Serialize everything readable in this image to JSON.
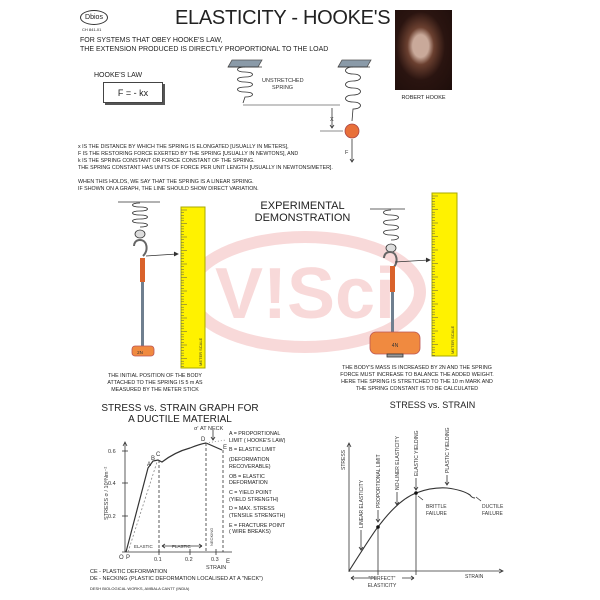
{
  "header": {
    "logo": "Dbios",
    "code": "CH 841-01",
    "title": "ELASTICITY - HOOKE'S LAW"
  },
  "intro": [
    "FOR SYSTEMS THAT OBEY HOOKE'S LAW,",
    "THE EXTENSION PRODUCED IS DIRECTLY PROPORTIONAL TO THE LOAD"
  ],
  "hookes_law": {
    "label": "HOOKE'S LAW",
    "formula": "F = - kx"
  },
  "portrait": {
    "caption": "ROBERT HOOKE"
  },
  "spring_diagram": {
    "unstretched": [
      "UNSTRETCHED",
      "SPRING"
    ],
    "x_label": "X",
    "f_label": "F"
  },
  "definitions": [
    "x IS THE DISTANCE BY WHICH THE SPRING IS ELONGATED [USUALLY IN METERS],",
    "F IS THE RESTORING FORCE EXERTED BY THE SPRING [USUALLY IN NEWTONS], AND",
    "k IS THE SPRING CONSTANT OR FORCE CONSTANT OF THE SPRING.",
    "THE SPRING CONSTANT HAS UNITS OF FORCE PER UNIT LENGTH [USUALLY IN NEWTONS/METER]."
  ],
  "linear": [
    "WHEN THIS HOLDS, WE SAY THAT THE SPRING IS A LINEAR SPRING.",
    "IF SHOWN ON A GRAPH, THE LINE SHOULD SHOW DIRECT VARIATION."
  ],
  "experiment": {
    "title": "EXPERIMENTAL DEMONSTRATION",
    "left_weight": "2N",
    "right_weight": "4N",
    "scale_label": "METER SCALE",
    "left_caption": [
      "THE INITIAL POSITION OF THE BODY",
      "ATTACHED TO THE SPRING IS 5 m AS",
      "MEASURED BY THE METER STICK"
    ],
    "right_caption": [
      "THE BODY'S MASS IS INCREASED BY 2N AND THE SPRING",
      "FORCE MUST INCREASE TO BALANCE THE ADDED WEIGHT.",
      "HERE THE SPRING IS STRETCHED TO THE 10 m MARK AND",
      "THE SPRING CONSTANT IS TO BE CALCULATED"
    ]
  },
  "watermark": "VISci",
  "ductile_graph": {
    "title": [
      "STRESS vs. STRAIN GRAPH FOR",
      "A DUCTILE MATERIAL"
    ],
    "ylabel": "STRESS σ / 10⁸Nm⁻²",
    "xlabel": "STRAIN",
    "yticks": [
      "0.2",
      "0.4",
      "0.6"
    ],
    "xticks": [
      "0.1",
      "0.2",
      "0.3"
    ],
    "points": [
      "O",
      "P",
      "A",
      "B",
      "C",
      "D",
      "E"
    ],
    "neck_label": "σ' AT NECK",
    "regions": [
      "ELASTIC",
      "PLASTIC",
      "NECKING"
    ],
    "legend": [
      "A = PROPORTIONAL",
      "LIMIT ( HOOKE'S LAW)",
      "B = ELASTIC LIMIT",
      "(DEFORMATION",
      "RECOVERABLE)",
      "OB = ELASTIC",
      "DEFORMATION",
      "C = YIELD POINT",
      "(YIELD STRENGTH)",
      "D = MAX. STRESS",
      "(TENSILE STRENGTH)",
      "E = FRACTURE POINT",
      "( WIRE BREAKS)"
    ],
    "notes": [
      "CE - PLASTIC DEFORMATION",
      "DE - NECKING (PLASTIC DEFORMATION LOCALISED AT A \"NECK\")"
    ]
  },
  "stress_strain": {
    "title": "STRESS vs. STRAIN",
    "ylabel": "STRESS",
    "xlabel": "STRAIN",
    "annotations": [
      "LINEAR ELASTICITY",
      "PROPORTIONAL LIMIT",
      "NO-LINER ELASTICITY",
      "ELASTIC YIELDING",
      "PLASTIC YIELDING"
    ],
    "brittle": [
      "BRITTLE",
      "FAILURE"
    ],
    "ductile": [
      "DUCTILE",
      "FAILURE"
    ],
    "perfect": [
      "\"PERFECT\"",
      "ELASTICITY"
    ]
  },
  "footer": "DESH BIOLOGICAL WORKS, AMBALA CANTT (INDIA)"
}
